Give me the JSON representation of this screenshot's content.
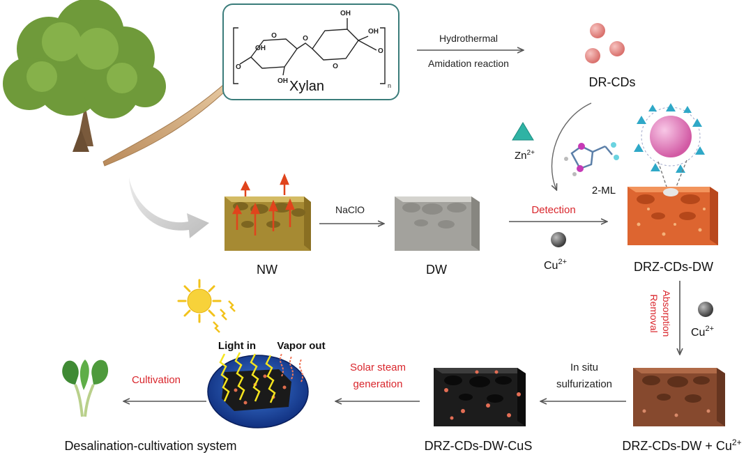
{
  "diagram": {
    "xylan_box": {
      "name": "Xylan",
      "oh_labels": [
        "OH",
        "OH",
        "OH",
        "OH"
      ],
      "subscript_n": "n"
    },
    "steps": {
      "hydrothermal": "Hydrothermal",
      "amidation": "Amidation reaction",
      "naclo": "NaClO",
      "detection": "Detection",
      "absorption": "Absorption",
      "removal": "Removal",
      "in_situ_1": "In situ",
      "in_situ_2": "sulfurization",
      "solar_1": "Solar steam",
      "solar_2": "generation",
      "cultivation": "Cultivation",
      "light_in": "Light in",
      "vapor_out": "Vapor out"
    },
    "species": {
      "dr_cds": "DR-CDs",
      "zn_base": "Zn",
      "zn_sup": "2+",
      "two_ml": "2-ML",
      "cu_base": "Cu",
      "cu_sup": "2+"
    },
    "materials": {
      "nw": "NW",
      "dw": "DW",
      "drz_cds_dw": "DRZ-CDs-DW",
      "drz_cds_dw_cu_base": "DRZ-CDs-DW + Cu",
      "drz_cds_dw_cu_sup": "2+",
      "drz_cds_dw_cus": "DRZ-CDs-DW-CuS",
      "system": "Desalination-cultivation system"
    },
    "colors": {
      "red_label": "#d9262c",
      "arrow": "#555555",
      "nw_wood": "#b59a3c",
      "dw_wood": "#a9a8a2",
      "drz_wood": "#e06a30",
      "cu_wood": "#8a4f32",
      "cus_wood": "#242424",
      "cd_pink": "#e98b88"
    }
  }
}
